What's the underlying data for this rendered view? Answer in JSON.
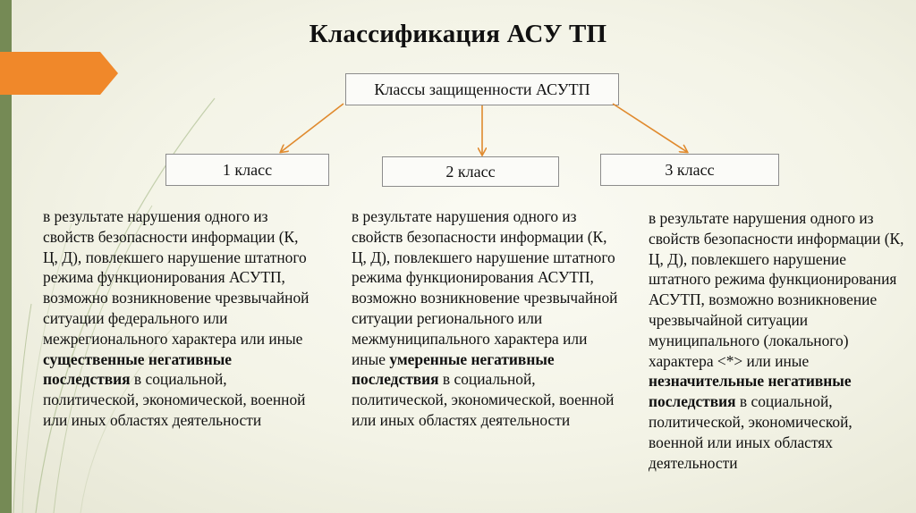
{
  "title": "Классификация АСУ ТП",
  "root_box": "Классы защищенности АСУТП",
  "colors": {
    "accent_orange": "#f0882a",
    "sidebar_green": "#758a55",
    "arrow": "#e08a2e"
  },
  "classes": [
    {
      "label": "1 класс",
      "text_before": "в результате нарушения одного из свойств безопасности информации (К, Ц, Д), повлекшего нарушение штатного режима функционирования АСУТП, возможно возникновение чрезвычайной ситуации федерального или межрегионального характера или иные ",
      "text_bold": "существенные негативные последствия",
      "text_after": " в социальной, политической, экономической, военной или иных областях деятельности"
    },
    {
      "label": "2 класс",
      "text_before": "в результате нарушения одного из свойств безопасности информации (К, Ц, Д), повлекшего нарушение штатного режима функционирования АСУТП, возможно возникновение чрезвычайной ситуации регионального или межмуниципального характера или иные ",
      "text_bold": "умеренные негативные последствия",
      "text_after": " в социальной, политической, экономической, военной или иных областях деятельности"
    },
    {
      "label": "3 класс",
      "text_before": "в результате нарушения одного из свойств безопасности информации (К, Ц, Д), повлекшего нарушение штатного режима функционирования АСУТП, возможно возникновение чрезвычайной ситуации муниципального (локального) характера <*> или иные ",
      "text_bold": "незначительные негативные последствия",
      "text_after": " в социальной, политической, экономической, военной или иных областях деятельности"
    }
  ]
}
